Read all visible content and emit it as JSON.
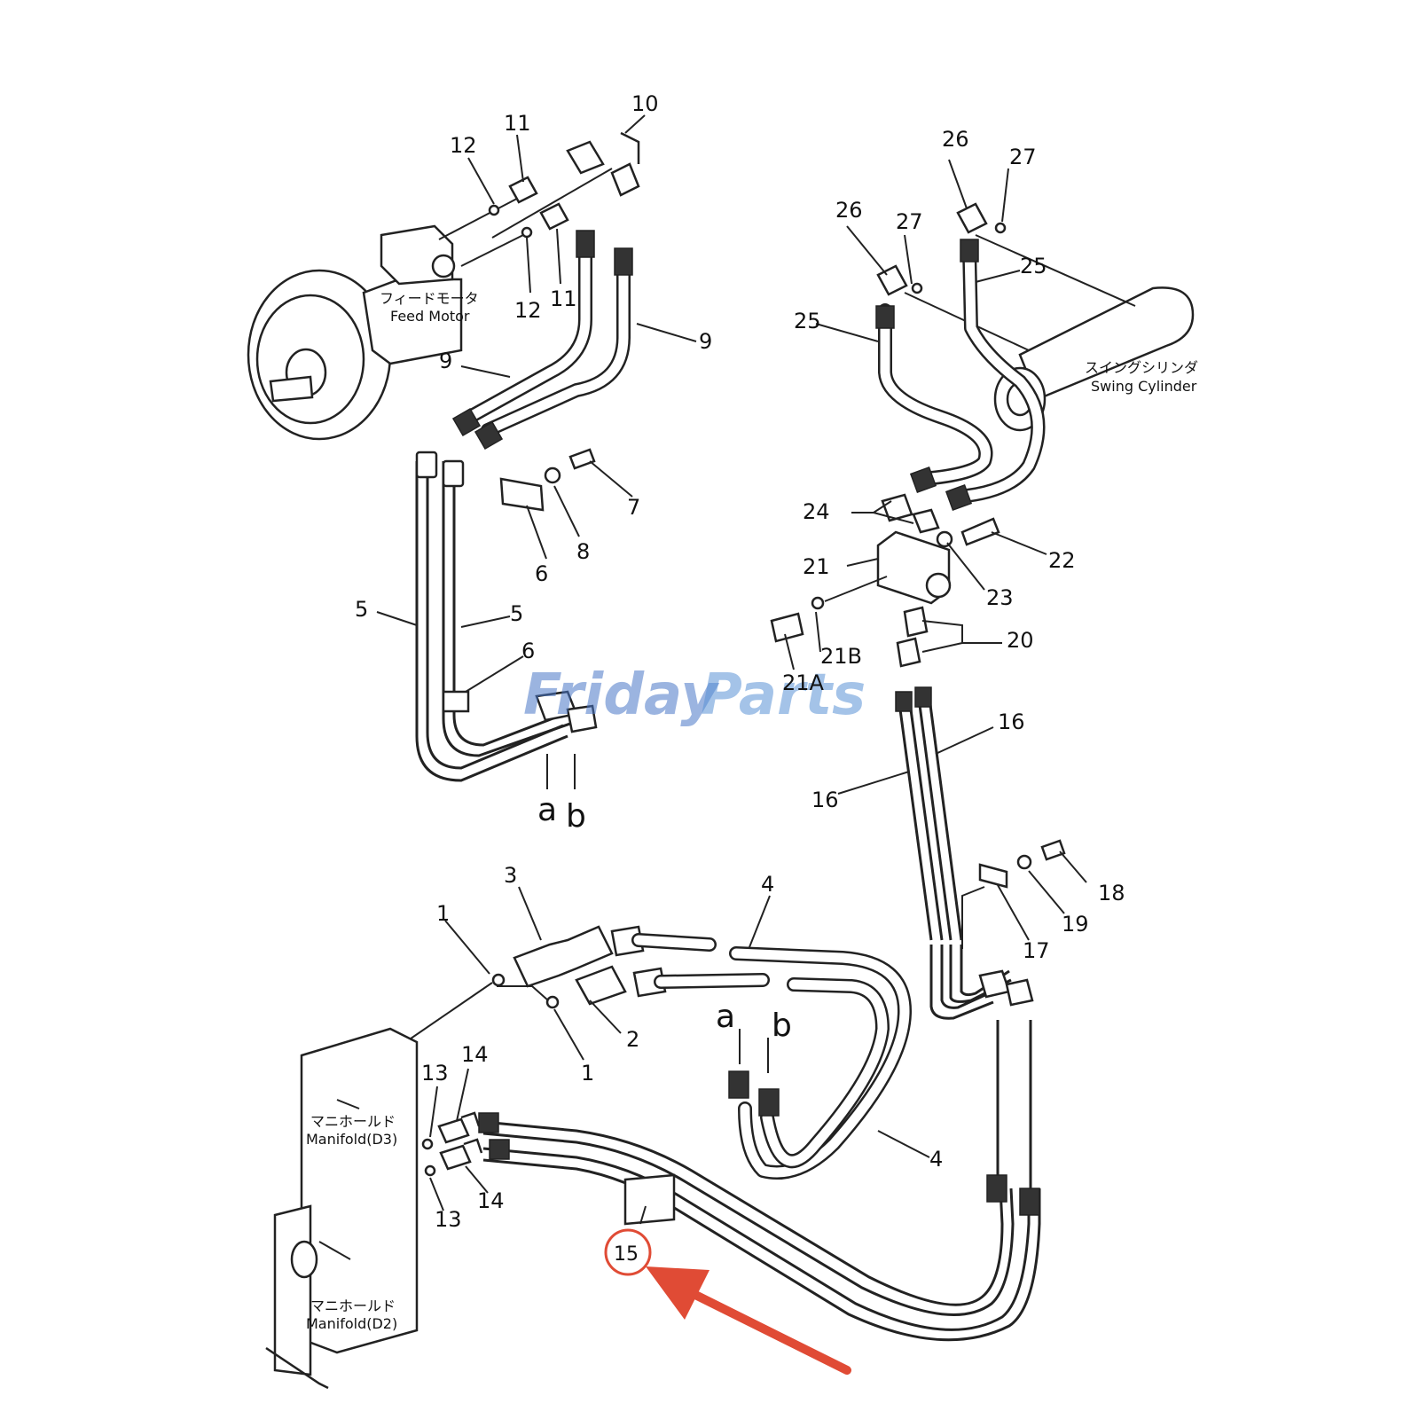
{
  "watermark": {
    "part1": "Friday",
    "part2": "Parts",
    "colors": {
      "primary": "#4a78c8",
      "accent": "#f0a24a"
    }
  },
  "highlight": {
    "label": "15",
    "color": "#e04b35"
  },
  "components": {
    "feed_motor": {
      "jp": "フィードモータ",
      "en": "Feed Motor"
    },
    "swing_cylinder": {
      "jp": "スイングシリンダ",
      "en": "Swing Cylinder"
    },
    "manifold_d3": {
      "jp": "マニホールド",
      "en": "Manifold(D3)"
    },
    "manifold_d2": {
      "jp": "マニホールド",
      "en": "Manifold(D2)"
    }
  },
  "connectors": {
    "a": "a",
    "b": "b"
  },
  "callouts": {
    "c1a": "1",
    "c1b": "1",
    "c2": "2",
    "c3": "3",
    "c4a": "4",
    "c4b": "4",
    "c5a": "5",
    "c5b": "5",
    "c6a": "6",
    "c6b": "6",
    "c7": "7",
    "c8": "8",
    "c9a": "9",
    "c9b": "9",
    "c10": "10",
    "c11a": "11",
    "c11b": "11",
    "c12a": "12",
    "c12b": "12",
    "c13a": "13",
    "c13b": "13",
    "c14a": "14",
    "c14b": "14",
    "c16a": "16",
    "c16b": "16",
    "c17": "17",
    "c18": "18",
    "c19": "19",
    "c20": "20",
    "c21": "21",
    "c21a": "21A",
    "c21b": "21B",
    "c22": "22",
    "c23": "23",
    "c24": "24",
    "c25a": "25",
    "c25b": "25",
    "c26a": "26",
    "c26b": "26",
    "c27a": "27",
    "c27b": "27"
  }
}
